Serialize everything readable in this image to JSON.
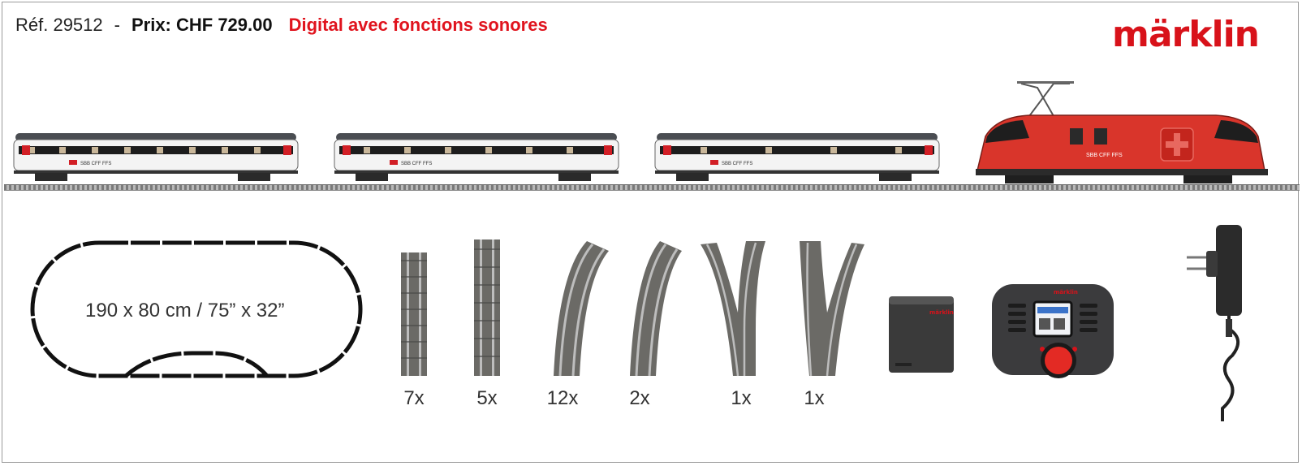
{
  "header": {
    "ref": "Réf. 29512",
    "separator": "-",
    "price": "Prix: CHF 729.00",
    "feature": "Digital avec fonctions sonores"
  },
  "brand": {
    "logo_text": "märklin",
    "color": "#d8121a"
  },
  "train": {
    "coach_marking": "SBB CFF FFS",
    "loco_marking": "SBB CFF FFS"
  },
  "layout": {
    "dimensions": "190 x 80 cm / 75” x 32”"
  },
  "track_pieces": [
    {
      "count": "7x",
      "type": "straight-track-icon"
    },
    {
      "count": "5x",
      "type": "straight-track-icon"
    },
    {
      "count": "12x",
      "type": "curved-track-icon"
    },
    {
      "count": "2x",
      "type": "curved-track-icon"
    },
    {
      "count": "1x",
      "type": "left-switch-icon"
    },
    {
      "count": "1x",
      "type": "right-switch-icon"
    }
  ],
  "accessories": [
    "connector-box-icon",
    "mobile-station-icon",
    "power-supply-icon"
  ],
  "colors": {
    "accent": "#e0141e",
    "loco": "#d9352b",
    "track": "#6b6a66"
  }
}
